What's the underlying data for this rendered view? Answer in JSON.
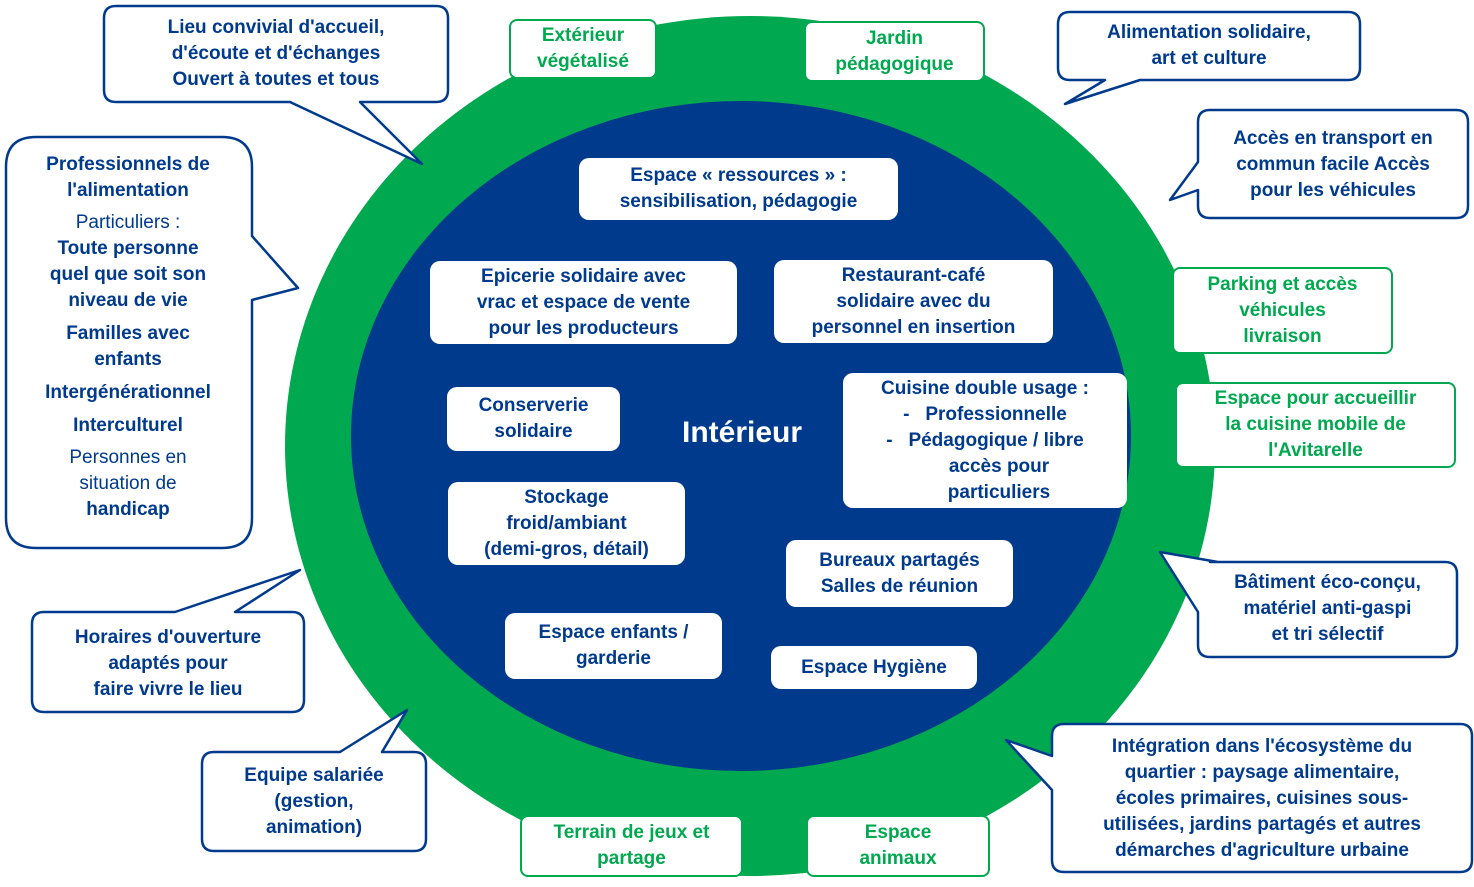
{
  "colors": {
    "green": "#00a84f",
    "navy": "#003a8c",
    "white": "#ffffff"
  },
  "center_label": "Intérieur",
  "inner_boxes": {
    "ressources": [
      "Espace « ressources » :",
      "sensibilisation, pédagogie"
    ],
    "epicerie": [
      "Epicerie solidaire avec",
      "vrac et espace de vente",
      "pour les producteurs"
    ],
    "restaurant": [
      "Restaurant-café",
      "solidaire avec du",
      "personnel en insertion"
    ],
    "conserverie": [
      "Conserverie",
      "solidaire"
    ],
    "cuisine": {
      "title": "Cuisine double usage :",
      "items": [
        "-   Professionnelle",
        "-   Pédagogique / libre"
      ],
      "cont": [
        "accès pour",
        "particuliers"
      ]
    },
    "stockage": [
      "Stockage",
      "froid/ambiant",
      "(demi-gros, détail)"
    ],
    "bureaux": [
      "Bureaux partagés",
      "Salles de réunion"
    ],
    "enfants": [
      "Espace enfants /",
      "garderie"
    ],
    "hygiene": [
      "Espace Hygiène"
    ]
  },
  "ring_boxes": {
    "exterieur": [
      "Extérieur",
      "végétalisé"
    ],
    "jardin": [
      "Jardin",
      "pédagogique"
    ],
    "parking": [
      "Parking et accès",
      "véhicules",
      "livraison"
    ],
    "avitarelle": [
      "Espace pour accueillir",
      "la cuisine mobile de",
      "l'Avitarelle"
    ],
    "terrain": [
      "Terrain de jeux et",
      "partage"
    ],
    "animaux": [
      "Espace",
      "animaux"
    ]
  },
  "callouts": {
    "lieu": [
      "Lieu convivial d'accueil,",
      "d'écoute et d'échanges",
      "Ouvert à toutes et tous"
    ],
    "public": {
      "pro": [
        "Professionnels de",
        "l'alimentation"
      ],
      "particuliers": "Particuliers :",
      "toute": [
        "Toute personne",
        "quel que soit son",
        "niveau de vie"
      ],
      "familles": [
        "Familles avec",
        "enfants"
      ],
      "inter1": "Intergénérationnel",
      "inter2": "Interculturel",
      "handicap_a": [
        "Personnes en",
        "situation de"
      ],
      "handicap_b": "handicap"
    },
    "horaires": [
      "Horaires d'ouverture",
      "adaptés pour",
      "faire vivre le lieu"
    ],
    "equipe": [
      "Equipe salariée",
      "(gestion,",
      "animation)"
    ],
    "alimentation": [
      "Alimentation solidaire,",
      "art et culture"
    ],
    "transport": [
      "Accès en transport en",
      "commun facile Accès",
      "pour les véhicules"
    ],
    "batiment": [
      "Bâtiment éco-conçu,",
      "matériel anti-gaspi",
      "et tri sélectif"
    ],
    "integration": [
      "Intégration dans l'écosystème du",
      "quartier : paysage alimentaire,",
      "écoles primaires, cuisines sous-",
      "utilisées, jardins partagés et autres",
      "démarches d'agriculture urbaine"
    ]
  }
}
